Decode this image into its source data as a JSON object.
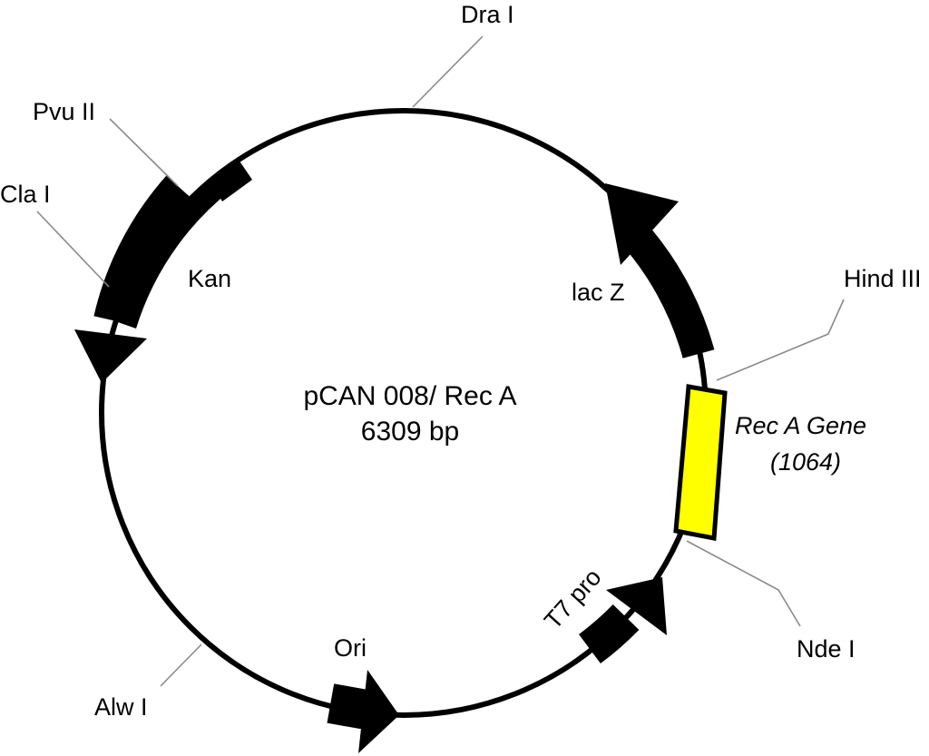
{
  "plasmid": {
    "name": "pCAN 008/ Rec A",
    "size": "6309 bp",
    "colors": {
      "backbone": "#000000",
      "gene_fill": "#ffff00",
      "leader": "#8a8a8a"
    }
  },
  "features": [
    {
      "id": "kan",
      "label": "Kan",
      "type": "arrow",
      "direction": "counterclockwise"
    },
    {
      "id": "lacz",
      "label": "lac Z",
      "type": "arrow",
      "direction": "counterclockwise"
    },
    {
      "id": "reca",
      "label": "Rec A Gene",
      "sublabel": "(1064)",
      "type": "box"
    },
    {
      "id": "t7",
      "label": "T7 pro",
      "type": "arrow",
      "direction": "counterclockwise"
    },
    {
      "id": "ori",
      "label": "Ori",
      "type": "arrow",
      "direction": "counterclockwise"
    }
  ],
  "sites": [
    {
      "id": "dra",
      "label": "Dra I"
    },
    {
      "id": "pvu",
      "label": "Pvu II"
    },
    {
      "id": "cla",
      "label": "Cla I"
    },
    {
      "id": "hind",
      "label": "Hind III"
    },
    {
      "id": "nde",
      "label": "Nde I"
    },
    {
      "id": "alw",
      "label": "Alw I"
    }
  ]
}
